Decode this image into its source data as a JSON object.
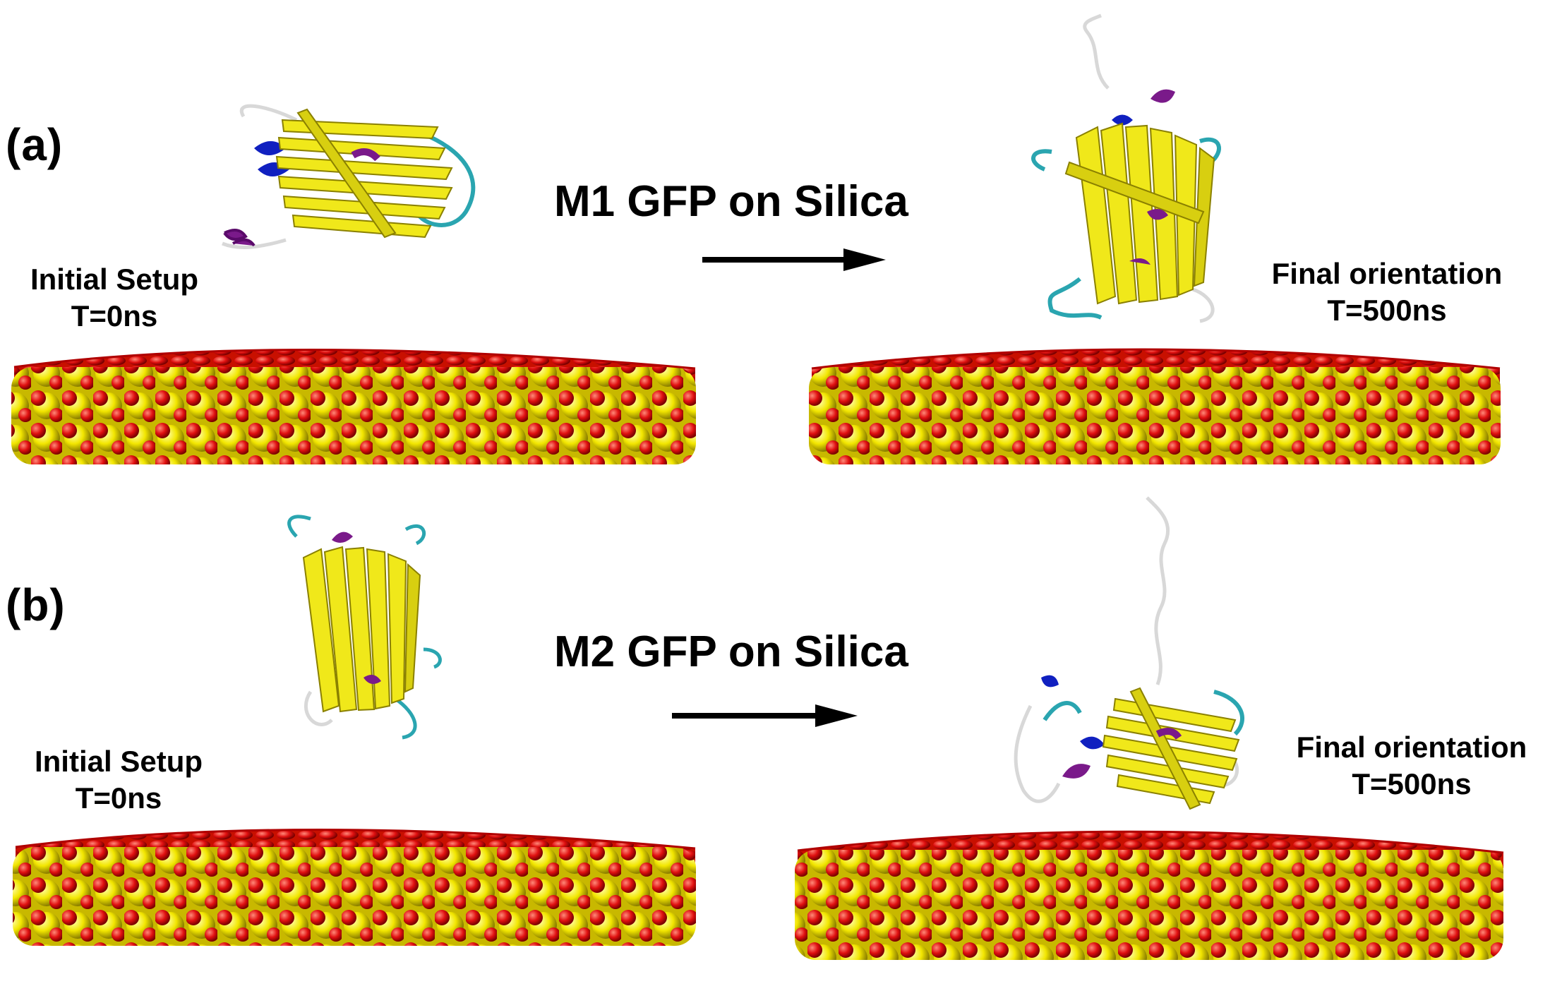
{
  "panels": [
    {
      "label": "(a)",
      "title": "M1 GFP on Silica",
      "initial": {
        "line1": "Initial Setup",
        "line2": "T=0ns"
      },
      "final": {
        "line1": "Final orientation",
        "line2": "T=500ns"
      }
    },
    {
      "label": "(b)",
      "title": "M2 GFP on Silica",
      "initial": {
        "line1": "Initial Setup",
        "line2": "T=0ns"
      },
      "final": {
        "line1": "Final orientation",
        "line2": "T=500ns"
      }
    }
  ],
  "colors": {
    "oxygen": "#e01010",
    "silicon": "#f2e600",
    "strand": "#f0e81a",
    "helix_purple": "#7a1a8a",
    "helix_blue": "#1020c0",
    "loop_cyan": "#2aa5b0",
    "loop_white": "#d8d8d8",
    "arrow": "#000000"
  }
}
